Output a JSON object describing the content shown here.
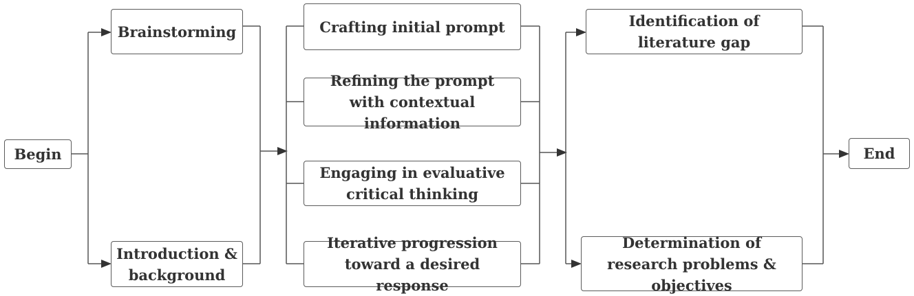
{
  "nodes": {
    "begin": "Begin",
    "brainstorming": "Brainstorming",
    "introduction": "Introduction & background",
    "crafting": "Crafting initial prompt",
    "refining": "Refining the prompt with contextual information",
    "engaging": "Engaging in evaluative critical thinking",
    "iterative": "Iterative progression toward a desired response",
    "identification": "Identification of literature gap",
    "determination": "Determination of research problems & objectives",
    "end": "End"
  },
  "colors": {
    "border": "#5a5a5a",
    "line": "#555555",
    "arrowhead": "#333333",
    "text": "#333333"
  }
}
